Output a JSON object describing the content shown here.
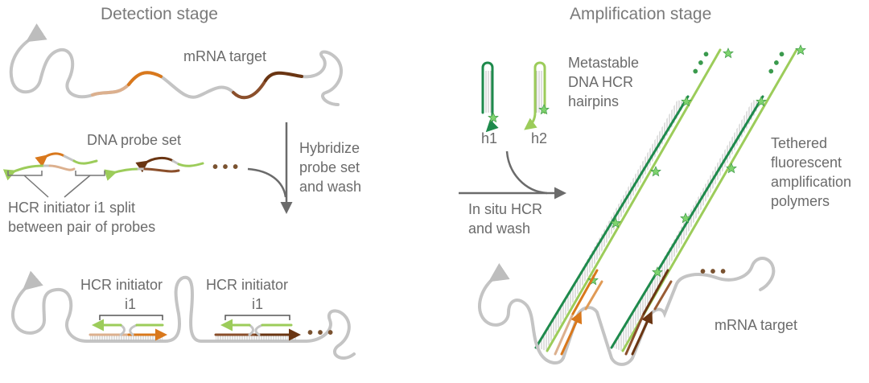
{
  "detection": {
    "title": "Detection stage",
    "mrna_label": "mRNA target",
    "probe_set_label": "DNA probe set",
    "split_line1": "HCR initiator i1 split",
    "split_line2": "between pair of probes",
    "hybridize_line1": "Hybridize",
    "hybridize_line2": "probe set",
    "hybridize_line3": "and wash",
    "ellipsis": "• • •",
    "bottom_ellipsis": "• • •",
    "initiator_a_line1": "HCR initiator",
    "initiator_a_line2": "i1",
    "initiator_b_line1": "HCR initiator",
    "initiator_b_line2": "i1"
  },
  "amplification": {
    "title": "Amplification stage",
    "hairpins_line1": "Metastable",
    "hairpins_line2": "DNA HCR",
    "hairpins_line3": "hairpins",
    "h1": "h1",
    "h2": "h2",
    "insitu_line1": "In situ HCR",
    "insitu_line2": "and wash",
    "tethered_line1": "Tethered",
    "tethered_line2": "fluorescent",
    "tethered_line3": "amplification",
    "tethered_line4": "polymers",
    "mrna_label": "mRNA target",
    "ellipsis": "• • •"
  },
  "colors": {
    "mrna": "#c4c4c4",
    "orange": "#d9781c",
    "tan": "#dcb08e",
    "brown": "#8b4f2b",
    "dark_brown": "#6a3512",
    "light_green": "#9ccc5a",
    "dark_green": "#1e8a4c",
    "star": "#7fd36e",
    "arrow": "#6b6b6b"
  },
  "icons": [
    "star-icon",
    "arrow-icon"
  ]
}
